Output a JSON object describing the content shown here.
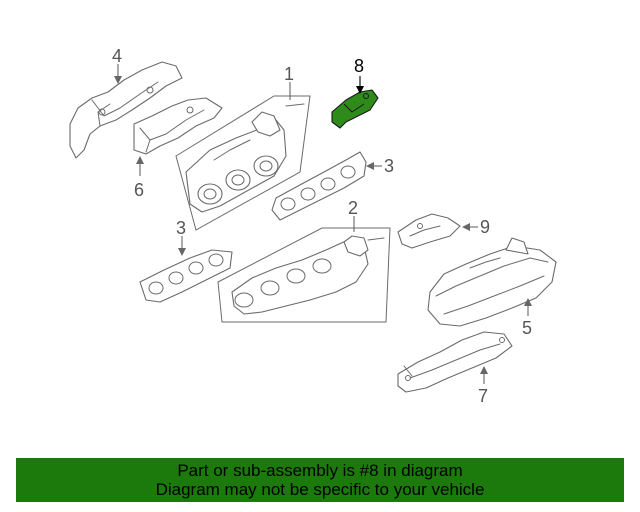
{
  "callouts": {
    "c1": "1",
    "c2": "2",
    "c3a": "3",
    "c3b": "3",
    "c4": "4",
    "c5": "5",
    "c6": "6",
    "c7": "7",
    "c8": "8",
    "c9": "9"
  },
  "highlight_part": "8",
  "colors": {
    "highlight_fill": "#2f8a1c",
    "banner_bg": "#1c7a0c",
    "line_gray": "#6b6b6b"
  },
  "banner": {
    "line1": "Part or sub-assembly is #8 in diagram",
    "line2": "Diagram may not be specific to your vehicle"
  }
}
